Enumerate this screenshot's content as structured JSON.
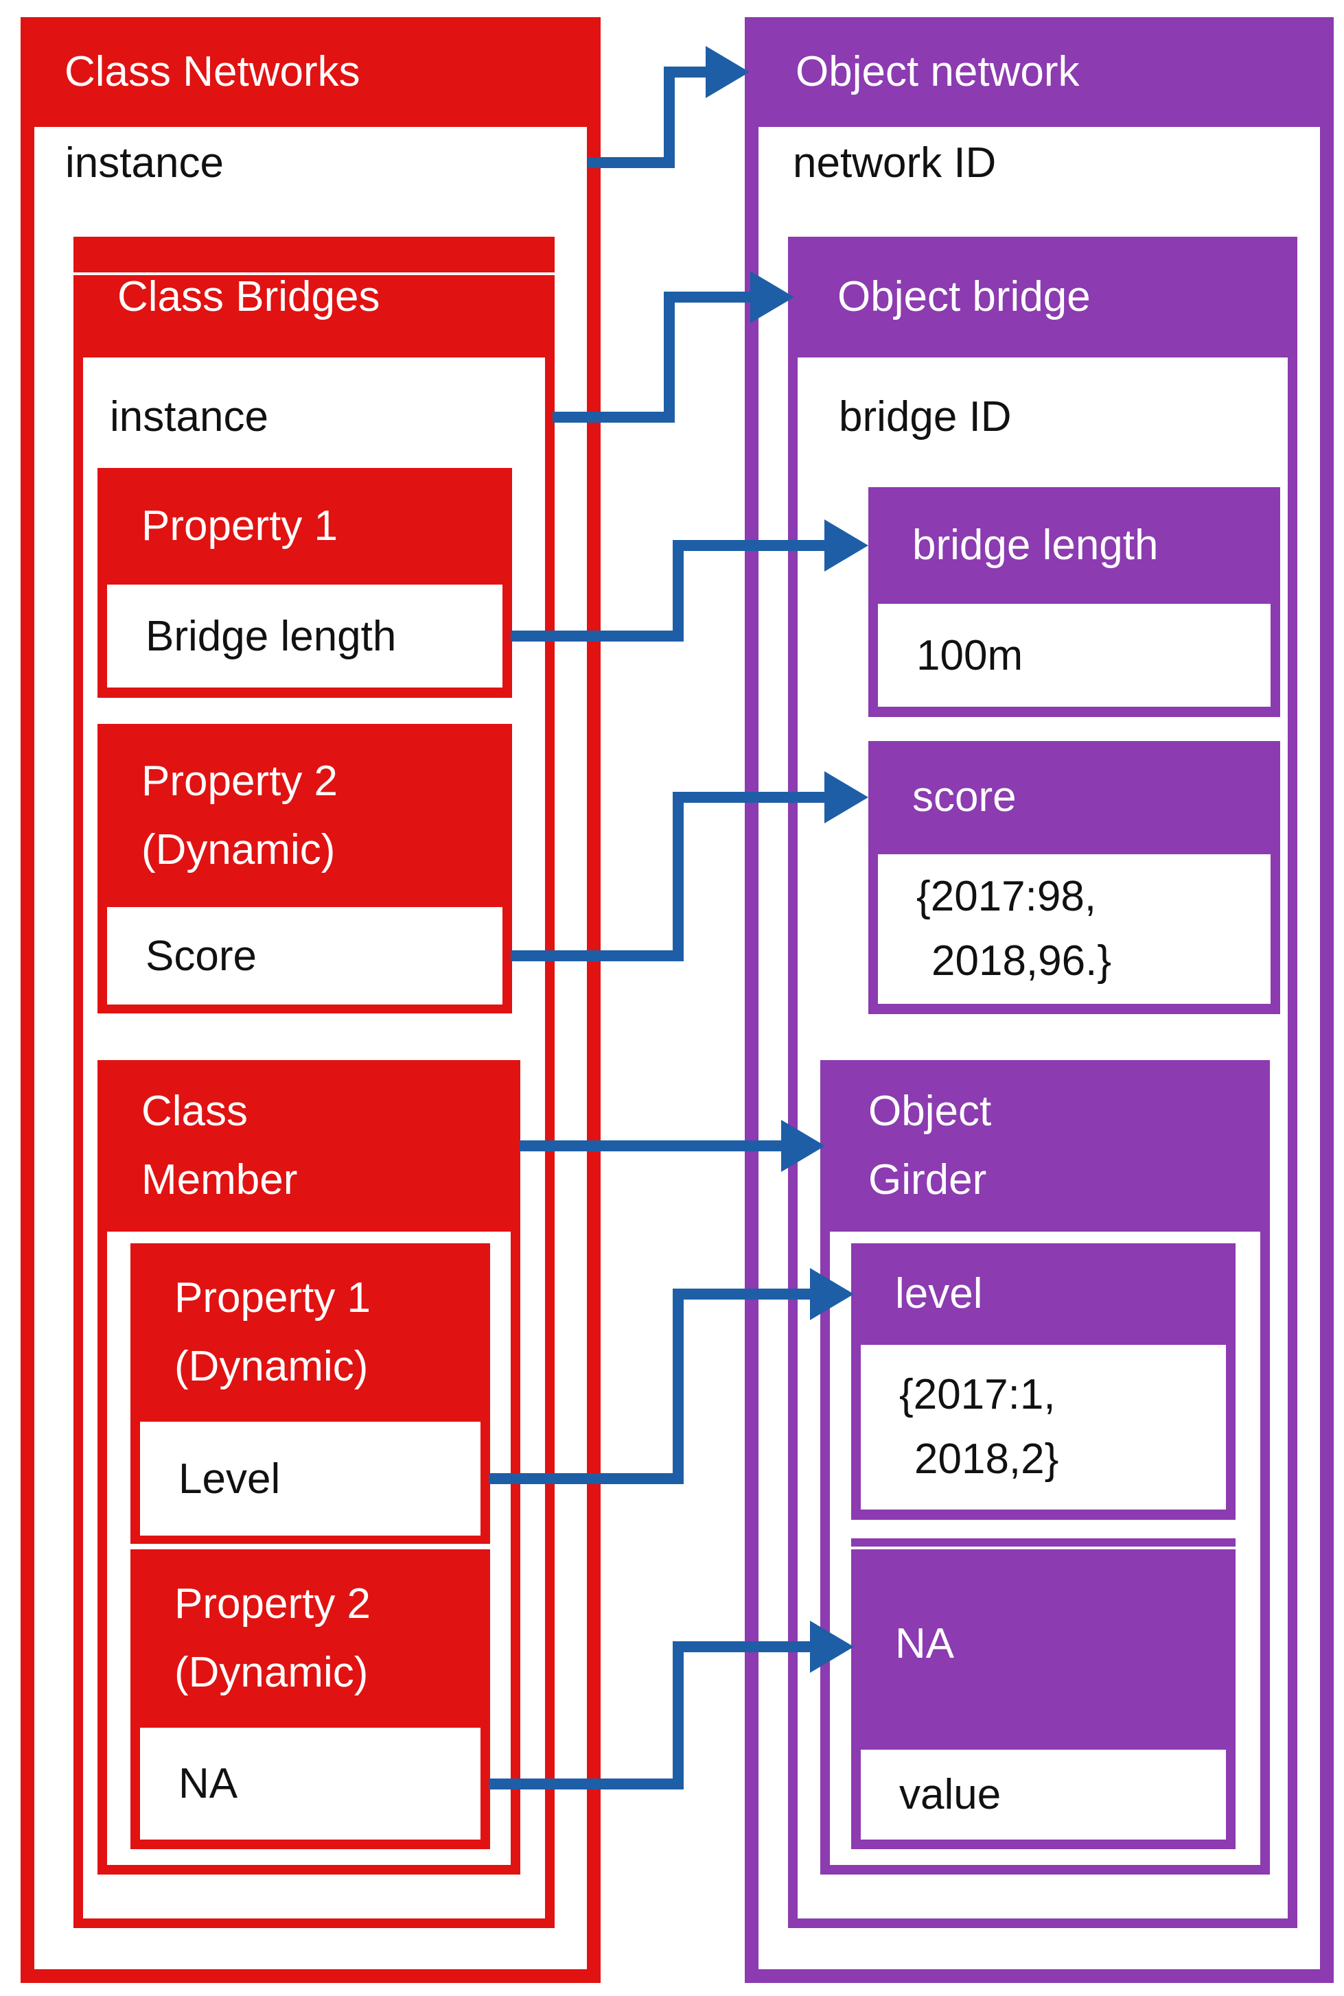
{
  "left": {
    "title": "Class Networks",
    "instance": "instance",
    "bridges": {
      "title": "Class Bridges",
      "instance": "instance",
      "property1": {
        "title": "Property 1",
        "value": "Bridge length"
      },
      "property2": {
        "title1": "Property 2",
        "title2": "(Dynamic)",
        "value": "Score"
      },
      "member": {
        "title1": "Class",
        "title2": "Member",
        "property1": {
          "title1": "Property 1",
          "title2": "(Dynamic)",
          "value": "Level"
        },
        "property2": {
          "title1": "Property 2",
          "title2": "(Dynamic)",
          "value": "NA"
        }
      }
    }
  },
  "right": {
    "title": "Object network",
    "id": "network ID",
    "bridge": {
      "title": "Object bridge",
      "id": "bridge ID",
      "length": {
        "title": "bridge length",
        "value": "100m"
      },
      "score": {
        "title": "score",
        "value1": "{2017:98,",
        "value2": "2018,96.}"
      },
      "girder": {
        "title1": "Object",
        "title2": "Girder",
        "level": {
          "title": "level",
          "value1": "{2017:1,",
          "value2": "2018,2}"
        },
        "na": {
          "title": "NA",
          "value": "value"
        }
      }
    }
  },
  "connections": [
    {
      "from": "Class Networks instance",
      "to": "Object network"
    },
    {
      "from": "Class Bridges instance",
      "to": "Object bridge"
    },
    {
      "from": "Bridge length",
      "to": "bridge length"
    },
    {
      "from": "Score",
      "to": "score"
    },
    {
      "from": "Class Member",
      "to": "Object Girder"
    },
    {
      "from": "Level",
      "to": "level"
    },
    {
      "from": "NA",
      "to": "NA"
    }
  ],
  "colors": {
    "red": "#e11212",
    "purple": "#8c3bb0",
    "arrow_blue": "#1e5ea6"
  }
}
